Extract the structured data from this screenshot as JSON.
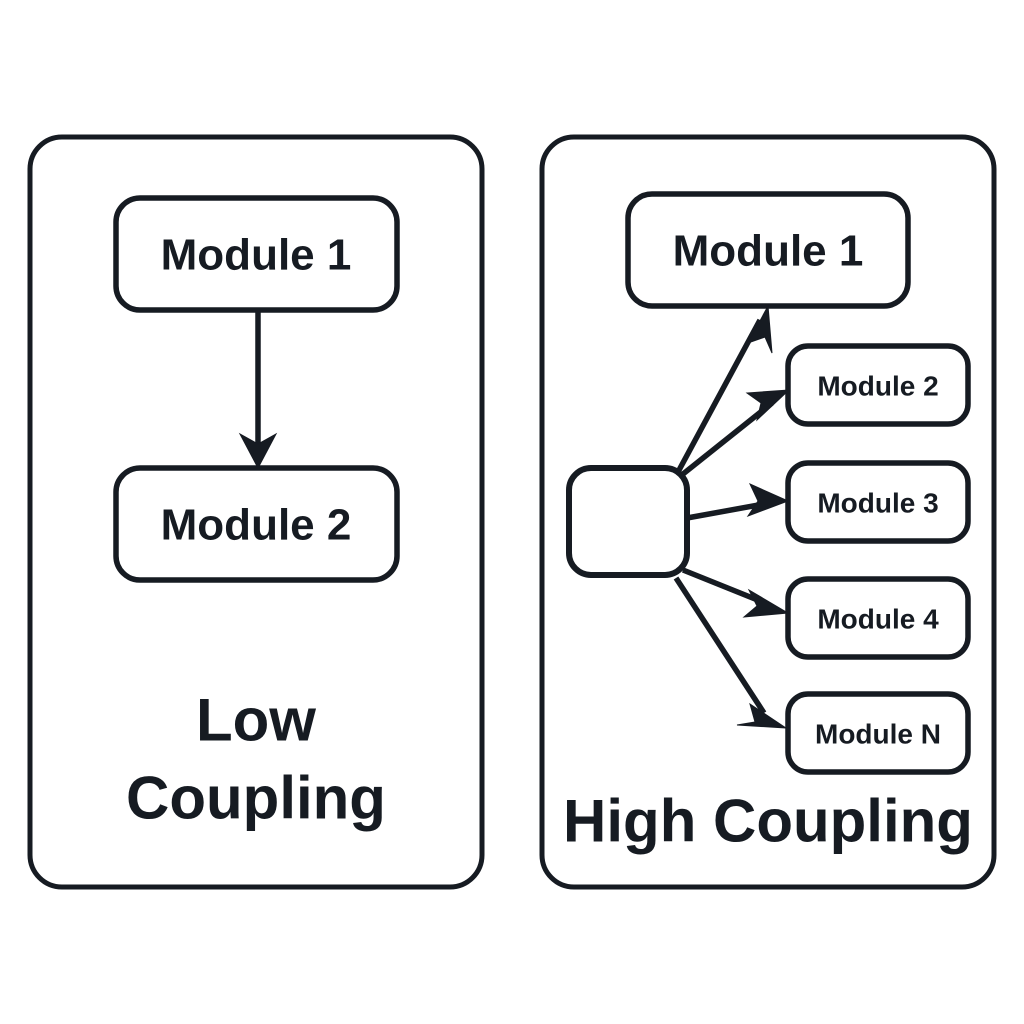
{
  "diagram": {
    "title_text_present": false,
    "background_color": "#ffffff",
    "stroke_color": "#161b22",
    "panels": [
      {
        "id": "low-coupling-panel",
        "caption_lines": [
          "Low",
          "Coupling"
        ],
        "caption_full": "Low Coupling",
        "modules": [
          {
            "id": "low-module-1",
            "label": "Module 1"
          },
          {
            "id": "low-module-2",
            "label": "Module 2"
          }
        ],
        "connections": [
          {
            "id": "low-edge-1-to-2",
            "from": "Module 1",
            "to": "Module 2",
            "arrow": "down"
          }
        ],
        "connection_count": 1
      },
      {
        "id": "high-coupling-panel",
        "caption_lines": [
          "High Coupling"
        ],
        "caption_full": "High Coupling",
        "hub": {
          "id": "high-hub",
          "label": ""
        },
        "modules": [
          {
            "id": "high-module-1",
            "label": "Module 1"
          },
          {
            "id": "high-module-2",
            "label": "Module 2"
          },
          {
            "id": "high-module-3",
            "label": "Module 3"
          },
          {
            "id": "high-module-4",
            "label": "Module 4"
          },
          {
            "id": "high-module-n",
            "label": "Module N"
          }
        ],
        "connections": [
          {
            "id": "high-edge-hub-to-1",
            "from": "hub",
            "to": "Module 1",
            "arrow": "up-right"
          },
          {
            "id": "high-edge-hub-to-2",
            "from": "hub",
            "to": "Module 2",
            "arrow": "up-right"
          },
          {
            "id": "high-edge-hub-to-3",
            "from": "hub",
            "to": "Module 3",
            "arrow": "right"
          },
          {
            "id": "high-edge-hub-to-4",
            "from": "hub",
            "to": "Module 4",
            "arrow": "down-right"
          },
          {
            "id": "high-edge-hub-to-n",
            "from": "hub",
            "to": "Module N",
            "arrow": "down-right"
          }
        ],
        "connection_count": 5
      }
    ]
  }
}
